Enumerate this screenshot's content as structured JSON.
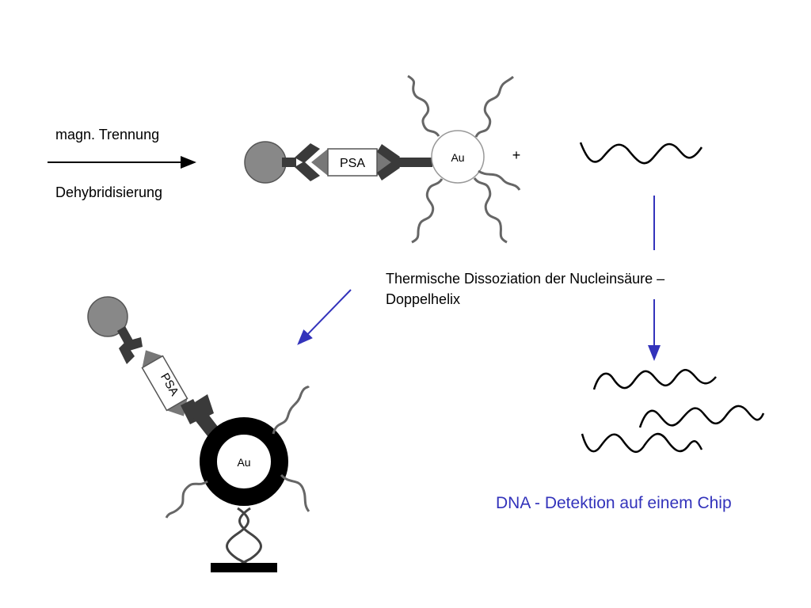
{
  "arrow_top_label": "magn. Trennung",
  "arrow_bottom_label": "Dehybridisierung",
  "psa_label": "PSA",
  "au_label": "Au",
  "plus_sign": "+",
  "dissociation_line1": "Thermische Dissoziation der Nucleinsäure –",
  "dissociation_line2": "Doppelhelix",
  "detection_caption": "DNA - Detektion auf einem Chip",
  "colors": {
    "arrow_blue": "#3333bb",
    "caption_blue": "#3333bb",
    "bead_gray": "#888888",
    "antibody_dark": "#3a3a3a"
  }
}
